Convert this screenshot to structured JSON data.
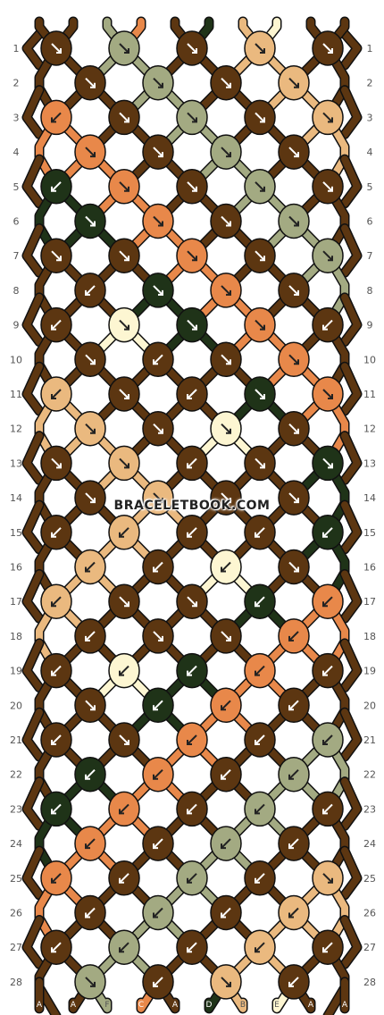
{
  "watermark": "BRACELETBOOK.COM",
  "colors": {
    "A": "#5c3611",
    "B": "#eab97f",
    "C": "#e8884a",
    "D": "#1f3318",
    "E": "#fdf6d2",
    "F": "#a3aa82"
  },
  "strings": {
    "top": [
      "A",
      "A",
      "F",
      "C",
      "A",
      "D",
      "B",
      "E",
      "A",
      "A"
    ],
    "bottom": [
      "A",
      "A",
      "F",
      "C",
      "A",
      "D",
      "B",
      "E",
      "A",
      "A"
    ]
  },
  "row_numbers": [
    "1",
    "2",
    "3",
    "4",
    "5",
    "6",
    "7",
    "8",
    "9",
    "10",
    "11",
    "12",
    "13",
    "14",
    "15",
    "16",
    "17",
    "18",
    "19",
    "20",
    "21",
    "22",
    "23",
    "24",
    "25",
    "26",
    "27",
    "28"
  ],
  "knots": [
    [
      "A",
      "F",
      "A",
      "B",
      "A"
    ],
    [
      "A",
      "F",
      "A",
      "B"
    ],
    [
      "C",
      "A",
      "F",
      "A",
      "B"
    ],
    [
      "C",
      "A",
      "F",
      "A"
    ],
    [
      "D",
      "C",
      "A",
      "F",
      "A"
    ],
    [
      "D",
      "C",
      "A",
      "F"
    ],
    [
      "A",
      "A",
      "C",
      "A",
      "F"
    ],
    [
      "A",
      "D",
      "C",
      "A"
    ],
    [
      "A",
      "E",
      "D",
      "C",
      "A"
    ],
    [
      "A",
      "A",
      "A",
      "C"
    ],
    [
      "B",
      "A",
      "A",
      "D",
      "C"
    ],
    [
      "B",
      "A",
      "E",
      "A"
    ],
    [
      "A",
      "B",
      "A",
      "A",
      "D"
    ],
    [
      "A",
      "B",
      "A",
      "A"
    ],
    [
      "A",
      "B",
      "A",
      "A",
      "D"
    ],
    [
      "B",
      "A",
      "E",
      "A"
    ],
    [
      "B",
      "A",
      "A",
      "D",
      "C"
    ],
    [
      "A",
      "A",
      "A",
      "C"
    ],
    [
      "A",
      "E",
      "D",
      "C",
      "A"
    ],
    [
      "A",
      "D",
      "C",
      "A"
    ],
    [
      "A",
      "A",
      "C",
      "A",
      "F"
    ],
    [
      "D",
      "C",
      "A",
      "F"
    ],
    [
      "D",
      "C",
      "A",
      "F",
      "A"
    ],
    [
      "C",
      "A",
      "F",
      "A"
    ],
    [
      "C",
      "A",
      "F",
      "A",
      "B"
    ],
    [
      "A",
      "F",
      "A",
      "B"
    ],
    [
      "A",
      "F",
      "A",
      "B",
      "A"
    ],
    [
      "F",
      "A",
      "B",
      "A"
    ]
  ],
  "arrows": [
    [
      "se",
      "se",
      "se",
      "se",
      "se"
    ],
    [
      "se",
      "se",
      "se",
      "se"
    ],
    [
      "sw",
      "se",
      "se",
      "se",
      "se"
    ],
    [
      "se",
      "se",
      "se",
      "se"
    ],
    [
      "sw",
      "se",
      "se",
      "se",
      "se"
    ],
    [
      "se",
      "se",
      "se",
      "se"
    ],
    [
      "se",
      "se",
      "se",
      "se",
      "se"
    ],
    [
      "sw",
      "se",
      "se",
      "se"
    ],
    [
      "sw",
      "se",
      "se",
      "se",
      "sw"
    ],
    [
      "se",
      "sw",
      "se",
      "se"
    ],
    [
      "sw",
      "se",
      "sw",
      "se",
      "se"
    ],
    [
      "se",
      "se",
      "se",
      "se"
    ],
    [
      "se",
      "se",
      "sw",
      "se",
      "se"
    ],
    [
      "se",
      "se",
      "se",
      "se"
    ],
    [
      "sw",
      "sw",
      "sw",
      "sw",
      "sw"
    ],
    [
      "sw",
      "sw",
      "sw",
      "se"
    ],
    [
      "sw",
      "se",
      "se",
      "sw",
      "sw"
    ],
    [
      "sw",
      "se",
      "se",
      "sw"
    ],
    [
      "sw",
      "sw",
      "sw",
      "sw",
      "sw"
    ],
    [
      "se",
      "sw",
      "sw",
      "sw"
    ],
    [
      "sw",
      "se",
      "sw",
      "sw",
      "sw"
    ],
    [
      "sw",
      "sw",
      "sw",
      "sw"
    ],
    [
      "sw",
      "sw",
      "sw",
      "sw",
      "sw"
    ],
    [
      "sw",
      "sw",
      "sw",
      "sw"
    ],
    [
      "sw",
      "sw",
      "sw",
      "sw",
      "se"
    ],
    [
      "sw",
      "sw",
      "sw",
      "sw"
    ],
    [
      "sw",
      "sw",
      "sw",
      "sw",
      "sw"
    ],
    [
      "se",
      "sw",
      "se",
      "sw"
    ]
  ]
}
